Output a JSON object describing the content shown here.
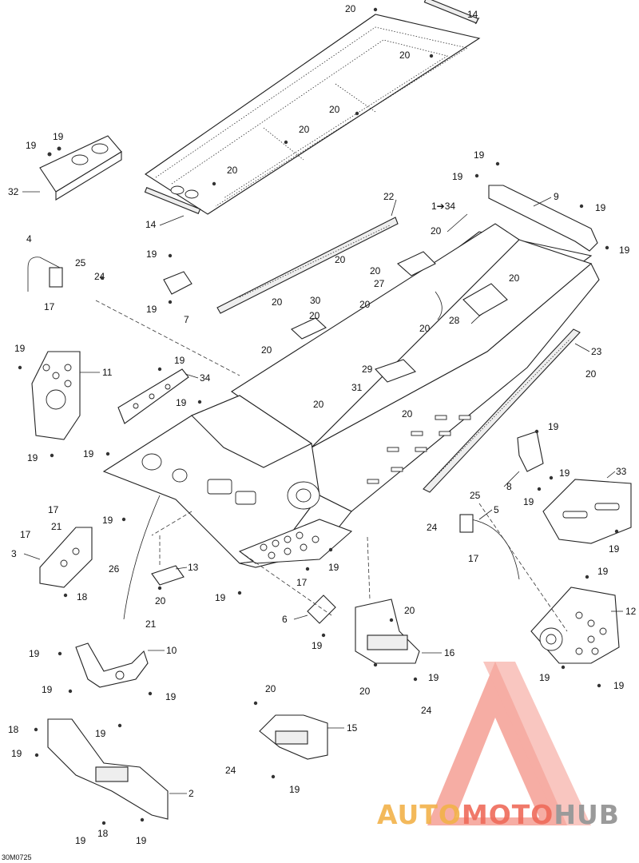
{
  "diagram": {
    "code": "30M0725",
    "callouts": [
      {
        "id": "c1",
        "text": "1➔34"
      },
      {
        "id": "c2",
        "text": "2"
      },
      {
        "id": "c3",
        "text": "3"
      },
      {
        "id": "c4",
        "text": "4"
      },
      {
        "id": "c5",
        "text": "5"
      },
      {
        "id": "c6",
        "text": "6"
      },
      {
        "id": "c7",
        "text": "7"
      },
      {
        "id": "c8",
        "text": "8"
      },
      {
        "id": "c9",
        "text": "9"
      },
      {
        "id": "c10",
        "text": "10"
      },
      {
        "id": "c11",
        "text": "11"
      },
      {
        "id": "c12",
        "text": "12"
      },
      {
        "id": "c13",
        "text": "13"
      },
      {
        "id": "c14a",
        "text": "14"
      },
      {
        "id": "c14b",
        "text": "14"
      },
      {
        "id": "c15",
        "text": "15"
      },
      {
        "id": "c16",
        "text": "16"
      },
      {
        "id": "c17a",
        "text": "17"
      },
      {
        "id": "c17b",
        "text": "17"
      },
      {
        "id": "c17c",
        "text": "17"
      },
      {
        "id": "c17d",
        "text": "17"
      },
      {
        "id": "c17e",
        "text": "17"
      },
      {
        "id": "c18a",
        "text": "18"
      },
      {
        "id": "c18b",
        "text": "18"
      },
      {
        "id": "c18c",
        "text": "18"
      },
      {
        "id": "c19a",
        "text": "19"
      },
      {
        "id": "c19b",
        "text": "19"
      },
      {
        "id": "c19c",
        "text": "19"
      },
      {
        "id": "c19d",
        "text": "19"
      },
      {
        "id": "c19e",
        "text": "19"
      },
      {
        "id": "c19f",
        "text": "19"
      },
      {
        "id": "c19g",
        "text": "19"
      },
      {
        "id": "c19h",
        "text": "19"
      },
      {
        "id": "c19i",
        "text": "19"
      },
      {
        "id": "c19j",
        "text": "19"
      },
      {
        "id": "c19k",
        "text": "19"
      },
      {
        "id": "c19l",
        "text": "19"
      },
      {
        "id": "c19m",
        "text": "19"
      },
      {
        "id": "c19n",
        "text": "19"
      },
      {
        "id": "c19o",
        "text": "19"
      },
      {
        "id": "c19p",
        "text": "19"
      },
      {
        "id": "c19q",
        "text": "19"
      },
      {
        "id": "c19r",
        "text": "19"
      },
      {
        "id": "c19s",
        "text": "19"
      },
      {
        "id": "c19t",
        "text": "19"
      },
      {
        "id": "c19u",
        "text": "19"
      },
      {
        "id": "c19v",
        "text": "19"
      },
      {
        "id": "c19w",
        "text": "19"
      },
      {
        "id": "c19x",
        "text": "19"
      },
      {
        "id": "c19y",
        "text": "19"
      },
      {
        "id": "c19z",
        "text": "19"
      },
      {
        "id": "c19aa",
        "text": "19"
      },
      {
        "id": "c19ab",
        "text": "19"
      },
      {
        "id": "c19ac",
        "text": "19"
      },
      {
        "id": "c19ad",
        "text": "19"
      },
      {
        "id": "c19ae",
        "text": "19"
      },
      {
        "id": "c19af",
        "text": "19"
      },
      {
        "id": "c19ag",
        "text": "19"
      },
      {
        "id": "c20a",
        "text": "20"
      },
      {
        "id": "c20b",
        "text": "20"
      },
      {
        "id": "c20c",
        "text": "20"
      },
      {
        "id": "c20d",
        "text": "20"
      },
      {
        "id": "c20e",
        "text": "20"
      },
      {
        "id": "c20f",
        "text": "20"
      },
      {
        "id": "c20g",
        "text": "20"
      },
      {
        "id": "c20h",
        "text": "20"
      },
      {
        "id": "c20i",
        "text": "20"
      },
      {
        "id": "c20j",
        "text": "20"
      },
      {
        "id": "c20k",
        "text": "20"
      },
      {
        "id": "c20l",
        "text": "20"
      },
      {
        "id": "c20m",
        "text": "20"
      },
      {
        "id": "c20n",
        "text": "20"
      },
      {
        "id": "c20o",
        "text": "20"
      },
      {
        "id": "c20p",
        "text": "20"
      },
      {
        "id": "c20q",
        "text": "20"
      },
      {
        "id": "c20r",
        "text": "20"
      },
      {
        "id": "c20s",
        "text": "20"
      },
      {
        "id": "c20t",
        "text": "20"
      },
      {
        "id": "c20u",
        "text": "20"
      },
      {
        "id": "c20v",
        "text": "20"
      },
      {
        "id": "c21a",
        "text": "21"
      },
      {
        "id": "c21b",
        "text": "21"
      },
      {
        "id": "c22",
        "text": "22"
      },
      {
        "id": "c23",
        "text": "23"
      },
      {
        "id": "c24a",
        "text": "24"
      },
      {
        "id": "c24b",
        "text": "24"
      },
      {
        "id": "c24c",
        "text": "24"
      },
      {
        "id": "c24d",
        "text": "24"
      },
      {
        "id": "c25a",
        "text": "25"
      },
      {
        "id": "c25b",
        "text": "25"
      },
      {
        "id": "c26",
        "text": "26"
      },
      {
        "id": "c27",
        "text": "27"
      },
      {
        "id": "c28",
        "text": "28"
      },
      {
        "id": "c29",
        "text": "29"
      },
      {
        "id": "c30",
        "text": "30"
      },
      {
        "id": "c31",
        "text": "31"
      },
      {
        "id": "c32",
        "text": "32"
      },
      {
        "id": "c33",
        "text": "33"
      },
      {
        "id": "c34",
        "text": "34"
      }
    ]
  },
  "watermark": {
    "brand_part1": "AUTO",
    "brand_part2": "MOTO",
    "brand_part3": "HUB",
    "colors": {
      "orange": "#f2b24a",
      "red": "#ef6b5a",
      "gray": "#9a9a9a"
    }
  }
}
